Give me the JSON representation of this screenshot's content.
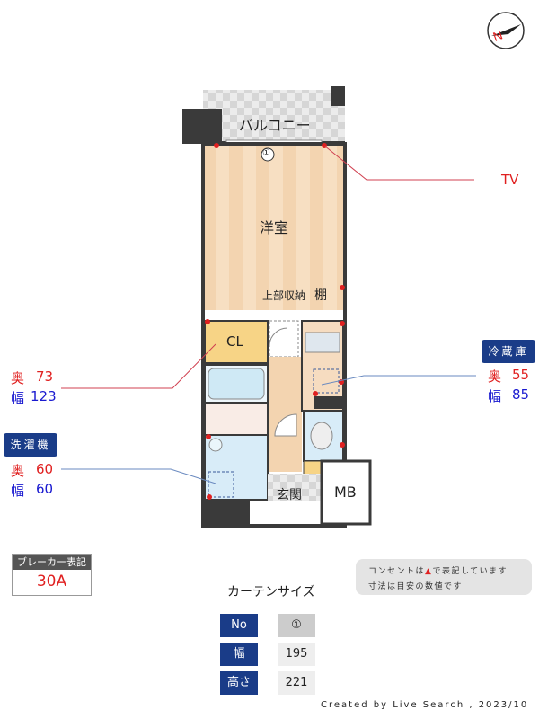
{
  "floorplan": {
    "balcony": "バルコニー",
    "western_room": "洋室",
    "upper_storage": "上部収納",
    "shelf": "棚",
    "closet": "CL",
    "entrance": "玄関",
    "meter_box": "MB",
    "window_no": "①",
    "tv": "TV"
  },
  "callouts": {
    "closet": {
      "depth_label": "奥",
      "depth": "73",
      "width_label": "幅",
      "width": "123"
    },
    "refrigerator": {
      "title": "冷蔵庫",
      "depth_label": "奥",
      "depth": "55",
      "width_label": "幅",
      "width": "85"
    },
    "washer": {
      "title": "洗濯機",
      "depth_label": "奥",
      "depth": "60",
      "width_label": "幅",
      "width": "60"
    }
  },
  "breaker": {
    "label": "ブレーカー表記",
    "value": "30A"
  },
  "note": {
    "line1_a": "コンセントは",
    "line1_b": "で表記しています",
    "line2": "寸法は目安の数値です"
  },
  "curtain": {
    "title": "カーテンサイズ",
    "rows": [
      {
        "label": "No",
        "value": "①"
      },
      {
        "label": "幅",
        "value": "195"
      },
      {
        "label": "高さ",
        "value": "221"
      }
    ]
  },
  "credit": "Created by Live Search , 2023/10",
  "colors": {
    "accent_blue": "#1a3c88",
    "outlet_red": "#e02020",
    "wall": "#3a3a3a"
  }
}
